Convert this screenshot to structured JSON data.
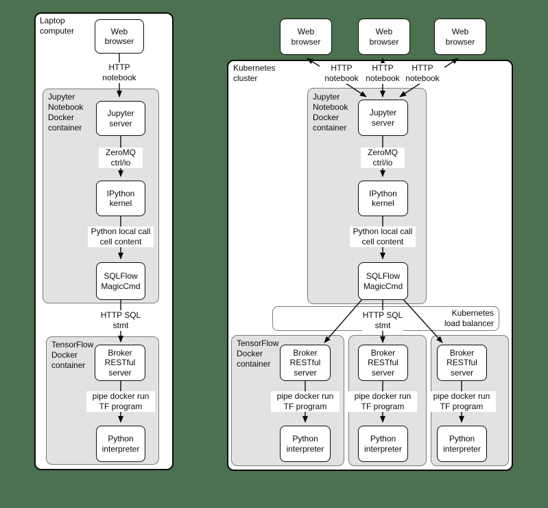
{
  "colors": {
    "background": "#4b7150",
    "panel_fill": "#ffffff",
    "container_fill": "#e2e2e2",
    "container_border": "#7a7a7a",
    "line": "#0a0a0a"
  },
  "left_diagram": {
    "title": "Laptop computer",
    "jupyter_container_label": "Jupyter Notebook Docker container",
    "tf_container_label": "TensorFlow Docker container"
  },
  "right_diagram": {
    "title": "Kubernetes cluster",
    "jupyter_container_label": "Jupyter Notebook Docker container",
    "tf_container_label": "TensorFlow Docker container",
    "load_balancer_label": "Kubernetes load balancer"
  },
  "nodes": {
    "web_browser": "Web browser",
    "jupyter_server": "Jupyter server",
    "ipython_kernel": "IPython kernel",
    "sqlflow_magiccmd": "SQLFlow MagicCmd",
    "broker_restful_server": "Broker RESTful server",
    "python_interpreter": "Python interpreter"
  },
  "edge_labels": {
    "http_notebook": "HTTP notebook",
    "zeromq_ctrl_io": "ZeroMQ ctrl/io",
    "python_local_call": "Python local call cell content",
    "http_sql_stmt": "HTTP SQL stmt",
    "pipe_docker_run": "pipe docker run TF program"
  }
}
